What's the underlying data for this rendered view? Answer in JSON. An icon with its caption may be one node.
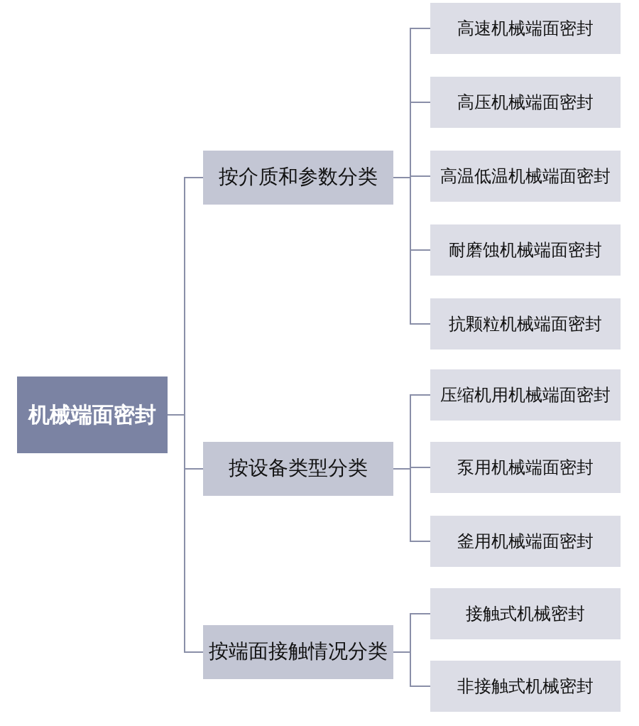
{
  "diagram": {
    "nodes": [
      {
        "text": [
          "机械端面密封"
        ]
      },
      {
        "text": [
          "按介质和参数分类"
        ]
      },
      {
        "text": [
          "高速机械端面密封"
        ]
      },
      {
        "text": [
          "高压机械端面密封"
        ]
      },
      {
        "text": [
          "高温低温机械端面密封"
        ]
      },
      {
        "text": [
          "耐磨蚀机械端面密封"
        ]
      },
      {
        "text": [
          "抗颗粒机械端面密封"
        ]
      },
      {
        "text": [
          "按设备类型分类"
        ]
      },
      {
        "text": [
          "压缩机用机械端面密封"
        ]
      },
      {
        "text": [
          "泵用机械端面密封"
        ]
      },
      {
        "text": [
          "釜用机械端面密封"
        ]
      },
      {
        "text": [
          "按端面接触情况分类"
        ]
      },
      {
        "text": [
          "接触式机械密封"
        ]
      },
      {
        "text": [
          "非接触式机械密封"
        ]
      }
    ],
    "edges": [
      {
        "from": 0,
        "to": 1,
        "arrow": "none"
      },
      {
        "from": 0,
        "to": 7,
        "arrow": "none"
      },
      {
        "from": 0,
        "to": 11,
        "arrow": "none"
      },
      {
        "from": 1,
        "to": 2,
        "arrow": "none"
      },
      {
        "from": 1,
        "to": 3,
        "arrow": "none"
      },
      {
        "from": 1,
        "to": 4,
        "arrow": "none"
      },
      {
        "from": 1,
        "to": 5,
        "arrow": "none"
      },
      {
        "from": 1,
        "to": 6,
        "arrow": "none"
      },
      {
        "from": 7,
        "to": 8,
        "arrow": "none"
      },
      {
        "from": 7,
        "to": 9,
        "arrow": "none"
      },
      {
        "from": 7,
        "to": 10,
        "arrow": "none"
      },
      {
        "from": 11,
        "to": 12,
        "arrow": "none"
      },
      {
        "from": 11,
        "to": 13,
        "arrow": "none"
      }
    ]
  }
}
